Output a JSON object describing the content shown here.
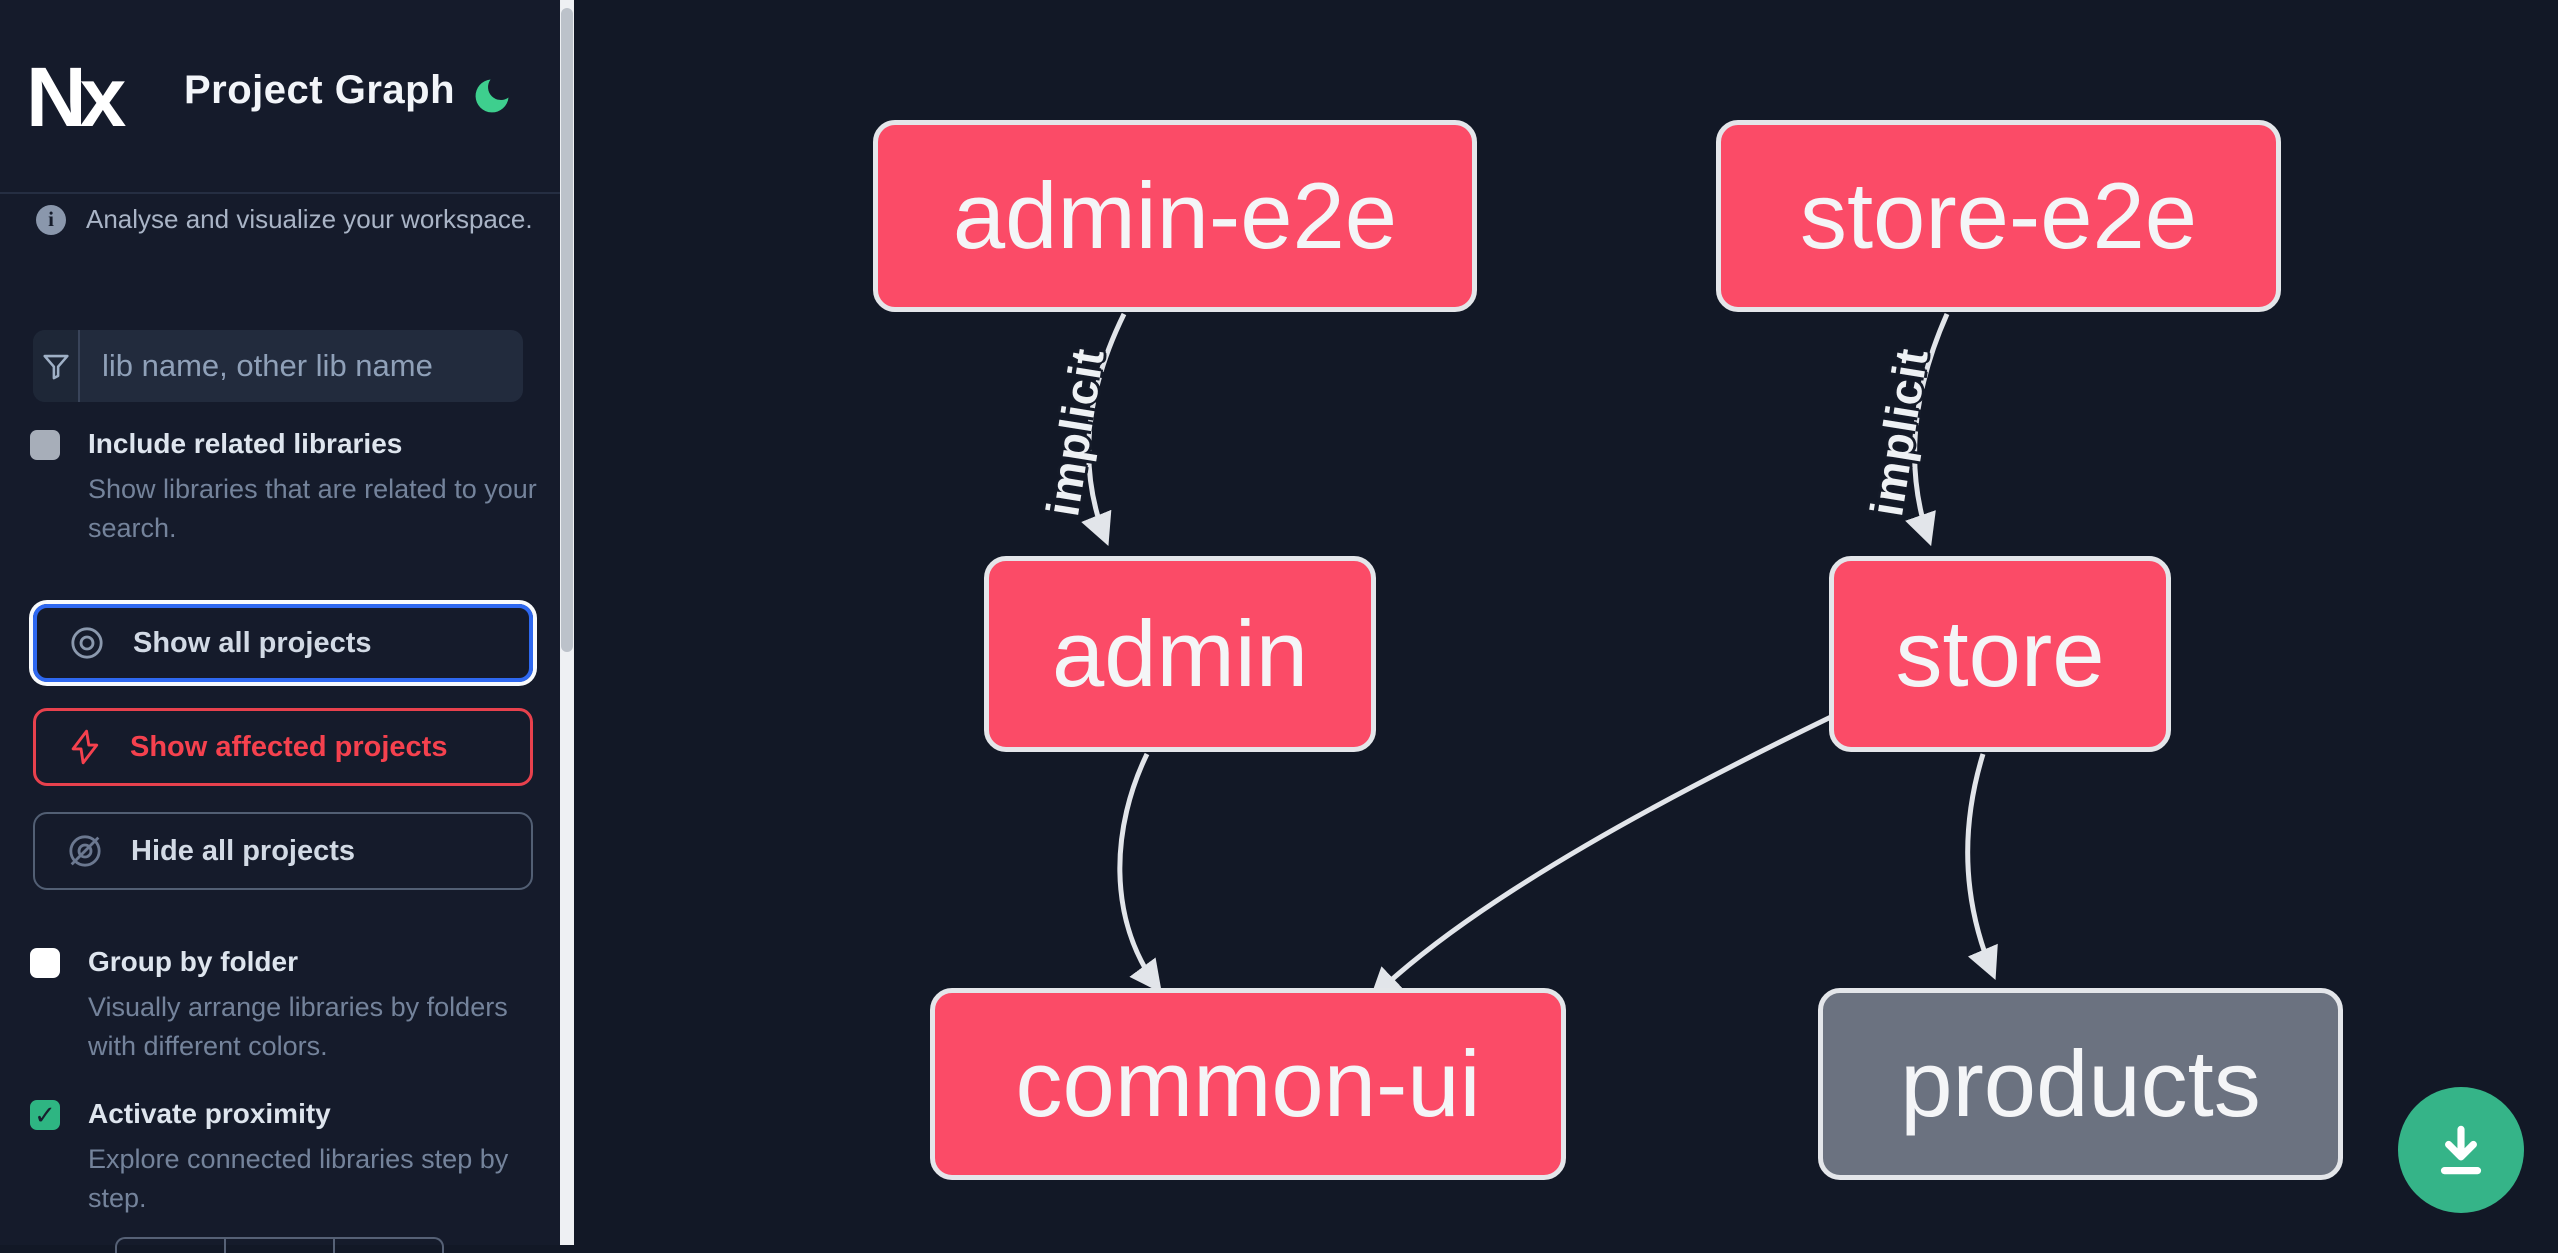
{
  "header": {
    "title": "Project Graph",
    "logo": "nx-logo",
    "theme_toggle_icon": "moon-icon"
  },
  "sidebar": {
    "tagline": "Analyse and visualize your workspace.",
    "search": {
      "placeholder": "lib name, other lib name",
      "value": "",
      "icon": "filter-funnel-icon"
    },
    "toggles": [
      {
        "label": "Include related libraries",
        "description": "Show libraries that are related to your search.",
        "checked": false
      },
      {
        "label": "Group by folder",
        "description": "Visually arrange libraries by folders with different colors.",
        "checked": false
      },
      {
        "label": "Activate proximity",
        "description": "Explore connected libraries step by step.",
        "checked": true
      }
    ],
    "buttons": [
      {
        "label": "Show all projects",
        "icon": "eye-icon",
        "state": "focused"
      },
      {
        "label": "Show affected projects",
        "icon": "bolt-icon",
        "state": "affected"
      },
      {
        "label": "Hide all projects",
        "icon": "eye-off-icon",
        "state": "default"
      }
    ]
  },
  "graph": {
    "nodes": [
      {
        "id": "admin-e2e",
        "label": "admin-e2e",
        "color_role": "affected"
      },
      {
        "id": "store-e2e",
        "label": "store-e2e",
        "color_role": "affected"
      },
      {
        "id": "admin",
        "label": "admin",
        "color_role": "affected"
      },
      {
        "id": "store",
        "label": "store",
        "color_role": "affected"
      },
      {
        "id": "common-ui",
        "label": "common-ui",
        "color_role": "affected"
      },
      {
        "id": "products",
        "label": "products",
        "color_role": "neutral"
      }
    ],
    "edges": [
      {
        "source": "admin-e2e",
        "target": "admin",
        "label": "implicit"
      },
      {
        "source": "store-e2e",
        "target": "store",
        "label": "implicit"
      },
      {
        "source": "admin",
        "target": "common-ui",
        "label": ""
      },
      {
        "source": "store",
        "target": "common-ui",
        "label": ""
      },
      {
        "source": "store",
        "target": "products",
        "label": ""
      }
    ]
  },
  "download": {
    "icon": "download-icon"
  },
  "colors": {
    "sidebar_bg": "#151b2b",
    "canvas_bg": "#121826",
    "node_affected": "#fb4b67",
    "node_neutral": "#6b7280",
    "node_border": "#e4e6ea",
    "edge": "#e2e5ea",
    "accent_green": "#35b488",
    "focus_blue": "#2e68f0",
    "affected_red": "#e8414d"
  }
}
